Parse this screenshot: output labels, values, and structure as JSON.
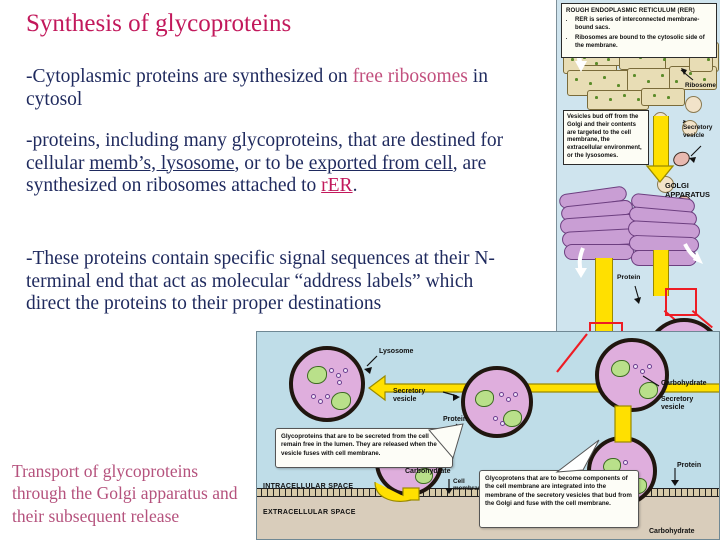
{
  "slide": {
    "title": "Synthesis of glycoproteins",
    "paragraphs": {
      "p1_a": "-Cytoplasmic proteins are synthesized on ",
      "p1_free": "free ribosomes",
      "p1_b": " in cytosol",
      "p2_a": "-proteins, including many glycoproteins, that are destined for cellular ",
      "p2_u1": "memb’s, lysosome",
      "p2_b": ", or to be ",
      "p2_u2": "exported from cell",
      "p2_c": ", are synthesized on ribosomes attached to ",
      "p2_rer": "rER",
      "p2_d": ".",
      "p3": "-These proteins contain specific signal sequences at their N-terminal end that act as molecular “address labels” which direct the proteins to their proper destinations"
    },
    "caption": "Transport of glycoproteins through the Golgi apparatus and their subsequent release"
  },
  "rer_panel": {
    "box_heading": "ROUGH ENDOPLASMIC RETICULUM (RER)",
    "bullets": [
      "RER is series of interconnected membrane-bound sacs.",
      "Ribosomes are bound to the cytosolic side of the membrane."
    ],
    "ribosome_label": "Ribosome",
    "vesicle_box": "Vesicles bud off from the Golgi and their contents are targeted to the cell membrane, the extracellular environment, or the lysosomes.",
    "secretory_vesicle_label": "Secretory vesicle",
    "golgi_label_line1": "GOLGI",
    "golgi_label_line2": "APPARATUS",
    "protein_label": "Protein"
  },
  "bottom_panel": {
    "lysosome_label": "Lysosome",
    "secretory_vesicle_label_line1": "Secretory",
    "secretory_vesicle_label_line2": "vesicle",
    "protein_label": "Protein",
    "carbohydrate_label": "Carbohydrate",
    "intracellular_label": "INTRACELLULAR SPACE",
    "extracellular_label": "EXTRACELLULAR SPACE",
    "cell_membrane_label_line1": "Cell",
    "cell_membrane_label_line2": "membrane",
    "callout_secreted": "Glycoproteins that are to be secreted from the cell remain free in the lumen. They are released when the vesicle fuses with cell membrane.",
    "callout_membrane": "Glycoprotens that are to become components of the cell membrane are integrated into the membrane of the secretory vesicles that bud from the Golgi and fuse with the cell membrane."
  },
  "colors": {
    "title_pink": "#c2185b",
    "body_navy": "#1f2a5e",
    "accent_pink": "#c2507e",
    "panel_blue": "#cfe4ee",
    "diagram_blue": "#bfdde8",
    "golgi_purple": "#c99ed4",
    "vesicle_yellow": "#ffe000",
    "highlight_red": "#ee1c24",
    "rer_tan": "#e8ddb5",
    "ribosome_green": "#5b8c2a",
    "organelle_pink": "#dfaedd"
  }
}
